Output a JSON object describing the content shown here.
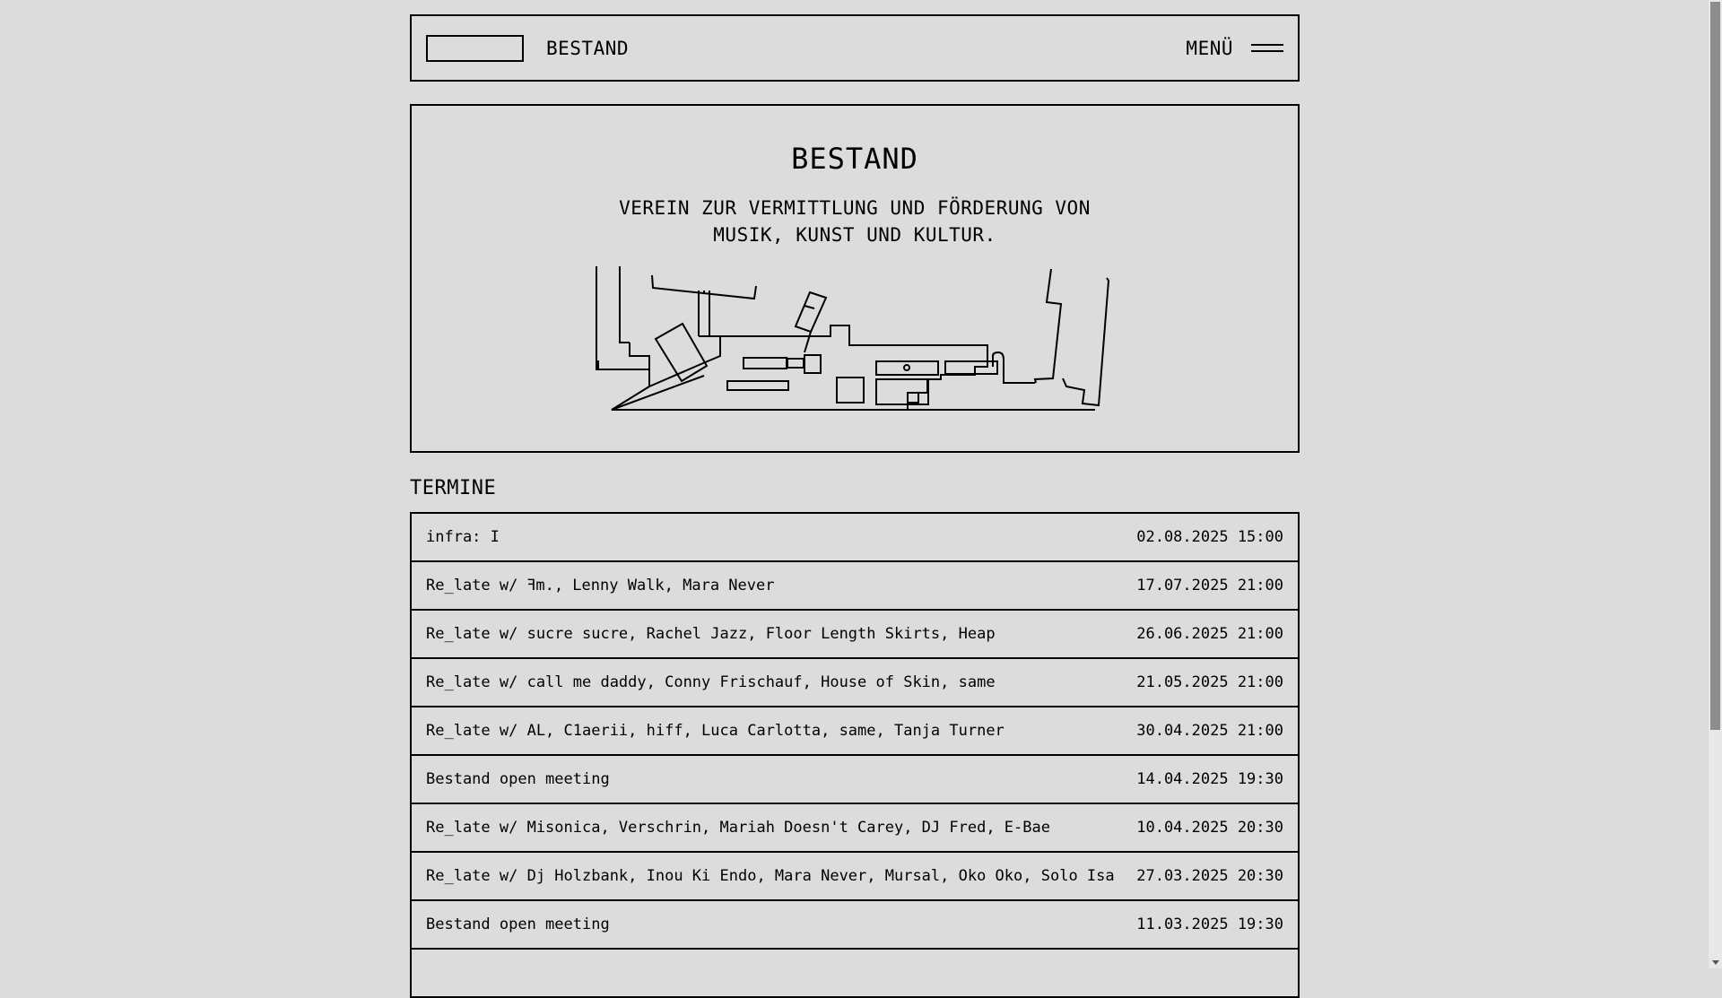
{
  "header": {
    "site_name": "BESTAND",
    "menu_label": "MENÜ"
  },
  "hero": {
    "title": "BESTAND",
    "subtitle": "VEREIN ZUR VERMITTLUNG UND FÖRDERUNG VON MUSIK, KUNST UND KULTUR."
  },
  "events_section": {
    "heading": "TERMINE",
    "events": [
      {
        "title": "infra: I",
        "datetime": "02.08.2025 15:00"
      },
      {
        "title": "Re_late w/ ꟻm., Lenny Walk, Mara Never",
        "datetime": "17.07.2025 21:00"
      },
      {
        "title": "Re_late w/ sucre sucre, Rachel Jazz, Floor Length Skirts, Heap",
        "datetime": "26.06.2025 21:00"
      },
      {
        "title": "Re_late w/ call me daddy, Conny Frischauf, House of Skin, same",
        "datetime": "21.05.2025 21:00"
      },
      {
        "title": "Re_late w/ AL, C1aerii, hiff, Luca Carlotta, same, Tanja Turner",
        "datetime": "30.04.2025 21:00"
      },
      {
        "title": "Bestand open meeting",
        "datetime": "14.04.2025 19:30"
      },
      {
        "title": "Re_late w/ Misonica, Verschrin, Mariah Doesn't Carey, DJ Fred, E-Bae",
        "datetime": "10.04.2025 20:30"
      },
      {
        "title": "Re_late w/ Dj Holzbank, Inou Ki Endo, Mara Never, Mursal, Oko Oko, Solo Isa",
        "datetime": "27.03.2025 20:30"
      },
      {
        "title": "Bestand open meeting",
        "datetime": "11.03.2025 19:30"
      },
      {
        "title": "",
        "datetime": ""
      }
    ]
  },
  "icons": {
    "menu": "hamburger-icon",
    "illustration": "venue-floorplan-drawing"
  },
  "colors": {
    "background": "#dcdcdc",
    "foreground": "#000000"
  }
}
